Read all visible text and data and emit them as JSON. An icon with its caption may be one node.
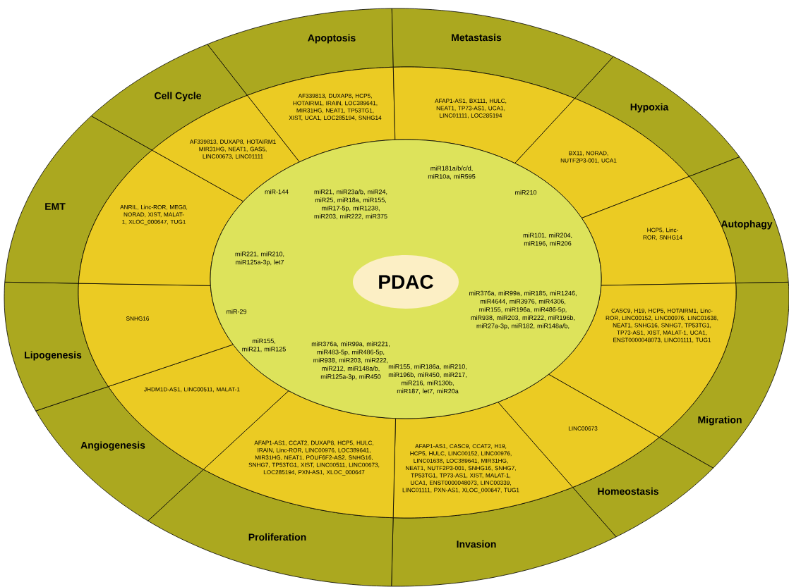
{
  "diagram": {
    "nodes": [
      {
        "text": [
          "Apoptosis"
        ]
      },
      {
        "text": [
          "Metastasis"
        ]
      },
      {
        "text": [
          "Hypoxia"
        ]
      },
      {
        "text": [
          "Autophagy"
        ]
      },
      {
        "text": [
          "Migration"
        ]
      },
      {
        "text": [
          "Homeostasis"
        ]
      },
      {
        "text": [
          "Invasion"
        ]
      },
      {
        "text": [
          "Proliferation"
        ]
      },
      {
        "text": [
          "Angiogenesis"
        ]
      },
      {
        "text": [
          "Lipogenesis"
        ]
      },
      {
        "text": [
          "EMT"
        ]
      },
      {
        "text": [
          "Cell Cycle"
        ]
      },
      {
        "text": [
          "AF339813, DUXAP8, HCP5, HOTAIRM1, IRAIN, LOC389641, MIR31HG, NEAT1, TP53TG1, XIST, UCA1, LOC285194, SNHG14"
        ]
      },
      {
        "text": [
          "AFAP1-AS1, BX111, HULC, NEAT1, TP73-AS1, UCA1, LINC01111, LOC285194"
        ]
      },
      {
        "text": [
          "BX11, NORAD, NUTF2P3-001, UCA1"
        ]
      },
      {
        "text": [
          "HCP5, Linc-ROR, SNHG14"
        ]
      },
      {
        "text": [
          "CASC9, H19, HCP5, HOTAIRM1, Linc-ROR, LINC00152, LINC00976, LINC01638, NEAT1, SNHG16, SNHG7, TP53TG1, TP73-AS1, XIST, MALAT-1, UCA1, ENST0000048073, LINC01111, TUG1"
        ]
      },
      {
        "text": [
          "LINC00673"
        ]
      },
      {
        "text": [
          "AFAP1-AS1, CASC9, CCAT2, H19, HCP5, HULC, LINC00152, LINC00976, LINC01638, LOC389641, MIR31HG, NEAT1, NUTF2P3-001, SNHG16, SNHG7, TP53TG1, TP73-AS1, XIST, MALAT-1, UCA1, ENST0000048073, LINC00339, LINC01111, PXN-AS1, XLOC_000647, TUG1"
        ]
      },
      {
        "text": [
          "AFAP1-AS1, CCAT2, DUXAP8, HCP5, HULC, IRAIN, Linc-ROR, LINC00976, LOC389641, MIR31HG, NEAT1, POUF6F2-AS2, SNHG16, SNHG7, TP53TG1, XIST, LINC00511, LINC00673, LOC285194, PXN-AS1, XLOC_000647"
        ]
      },
      {
        "text": [
          "JHDM1D-AS1, LINC00511, MALAT-1"
        ]
      },
      {
        "text": [
          "SNHG16"
        ]
      },
      {
        "text": [
          "ANRIL, Linc-ROR, MEG8, NORAD, XIST, MALAT-1, XLOC_000647, TUG1"
        ]
      },
      {
        "text": [
          "AF339813, DUXAP8, HOTAIRM1 MIR31HG, NEAT1, GAS5, LINC00673, LINC01111"
        ]
      },
      {
        "text": [
          "miR21, miR23a/b, miR24, miR25, miR18a, miR155, miR17-5p, miR1238, miR203, miR222, miR375",
          "miR181a/b/c/d, miR10a, miR595",
          "miR-144",
          "miR210",
          "miR221, miR210, miR125a-3p, let7",
          "miR101, miR204, miR196, miR206",
          "miR-29",
          "miR376a, miR99a, miR185, miR1246, miR4644, miR3976, miR4306, miR155, miR196a, miR486-5p, miR938, miR203, miR222, miR196b, miR27a-3p, miR182, miR148a/b,",
          "miR155, miR21, miR125",
          "miR376a, miR99a, miR221, miR483-5p, miR486-5p, miR938, miR203, miR222, miR212, miR148a/b, miR125a-3p, miR450",
          "miR155, miR186a, miR210, miR196b, miR450, miR217, miR216, miR130b, miR187, let7, miR20a"
        ]
      },
      {
        "text": [
          "PDAC"
        ],
        "in": 24
      }
    ]
  }
}
